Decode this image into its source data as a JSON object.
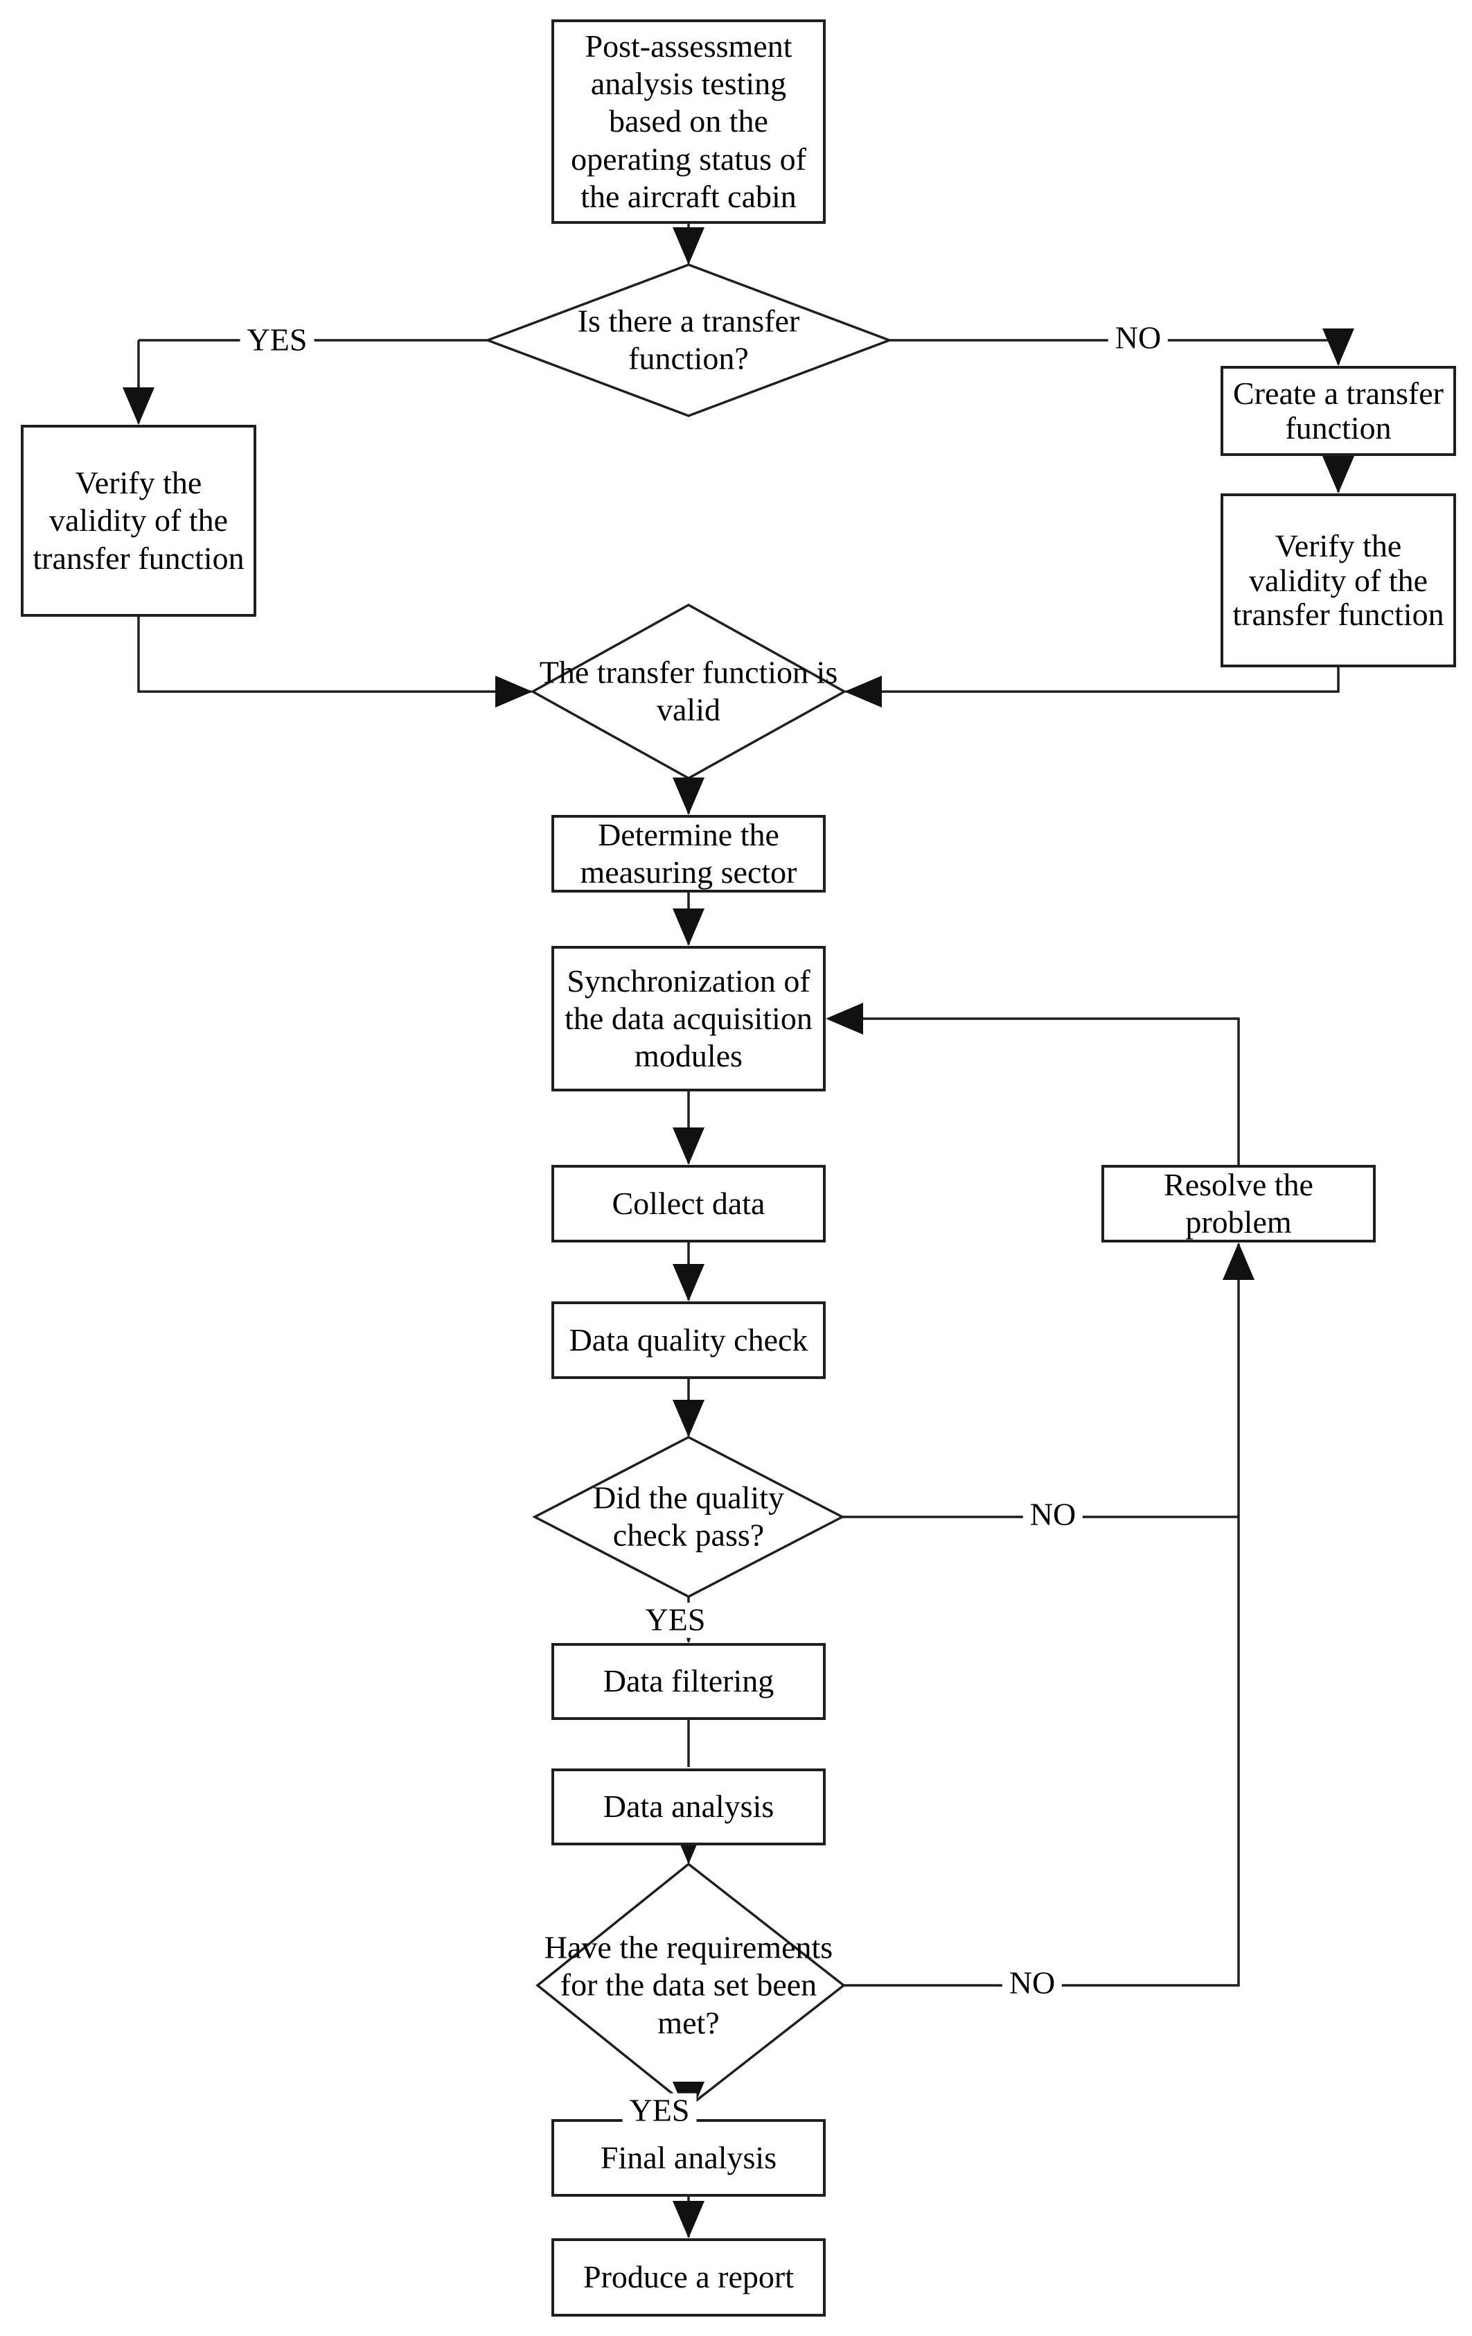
{
  "diagram": {
    "type": "flowchart",
    "colors": {
      "line": "#1f1f1f",
      "text": "#000000",
      "background": "#ffffff",
      "node_fill": "#ffffff"
    },
    "nodes": {
      "start": {
        "shape": "process",
        "label": "Post-assessment analysis testing based on the operating status of the aircraft cabin"
      },
      "has_tf": {
        "shape": "decision",
        "label": "Is there a transfer function?"
      },
      "verify_left": {
        "shape": "process",
        "label": "Verify the validity of the transfer function"
      },
      "create_tf": {
        "shape": "process",
        "label": "Create a transfer function"
      },
      "verify_right": {
        "shape": "process",
        "label": "Verify the validity of the transfer function"
      },
      "tf_valid": {
        "shape": "decision",
        "label": "The transfer function is valid"
      },
      "determine_sector": {
        "shape": "process",
        "label": "Determine the measuring sector"
      },
      "synchronization": {
        "shape": "process",
        "label": "Synchronization of the data acquisition modules"
      },
      "collect_data": {
        "shape": "process",
        "label": "Collect data"
      },
      "quality_check": {
        "shape": "process",
        "label": "Data quality check"
      },
      "check_pass": {
        "shape": "decision",
        "label": "Did the quality check pass?"
      },
      "resolve_problem": {
        "shape": "process",
        "label": "Resolve the problem"
      },
      "data_filtering": {
        "shape": "process",
        "label": "Data filtering"
      },
      "data_analysis": {
        "shape": "process",
        "label": "Data analysis"
      },
      "requirements_met": {
        "shape": "decision",
        "label": "Have the requirements for the data set been met?"
      },
      "final_analysis": {
        "shape": "process",
        "label": "Final analysis"
      },
      "produce_report": {
        "shape": "process",
        "label": "Produce a report"
      }
    },
    "edges": [
      {
        "from": "start",
        "to": "has_tf",
        "label": ""
      },
      {
        "from": "has_tf",
        "to": "verify_left",
        "label": "YES"
      },
      {
        "from": "has_tf",
        "to": "create_tf",
        "label": "NO"
      },
      {
        "from": "create_tf",
        "to": "verify_right",
        "label": ""
      },
      {
        "from": "verify_left",
        "to": "tf_valid",
        "label": ""
      },
      {
        "from": "verify_right",
        "to": "tf_valid",
        "label": ""
      },
      {
        "from": "tf_valid",
        "to": "determine_sector",
        "label": ""
      },
      {
        "from": "determine_sector",
        "to": "synchronization",
        "label": ""
      },
      {
        "from": "synchronization",
        "to": "collect_data",
        "label": ""
      },
      {
        "from": "collect_data",
        "to": "quality_check",
        "label": ""
      },
      {
        "from": "quality_check",
        "to": "check_pass",
        "label": ""
      },
      {
        "from": "check_pass",
        "to": "data_filtering",
        "label": "YES"
      },
      {
        "from": "check_pass",
        "to": "resolve_problem",
        "label": "NO"
      },
      {
        "from": "data_filtering",
        "to": "data_analysis",
        "label": ""
      },
      {
        "from": "data_analysis",
        "to": "requirements_met",
        "label": ""
      },
      {
        "from": "requirements_met",
        "to": "final_analysis",
        "label": "YES"
      },
      {
        "from": "requirements_met",
        "to": "resolve_problem",
        "label": "NO"
      },
      {
        "from": "resolve_problem",
        "to": "synchronization",
        "label": ""
      },
      {
        "from": "final_analysis",
        "to": "produce_report",
        "label": ""
      }
    ]
  }
}
